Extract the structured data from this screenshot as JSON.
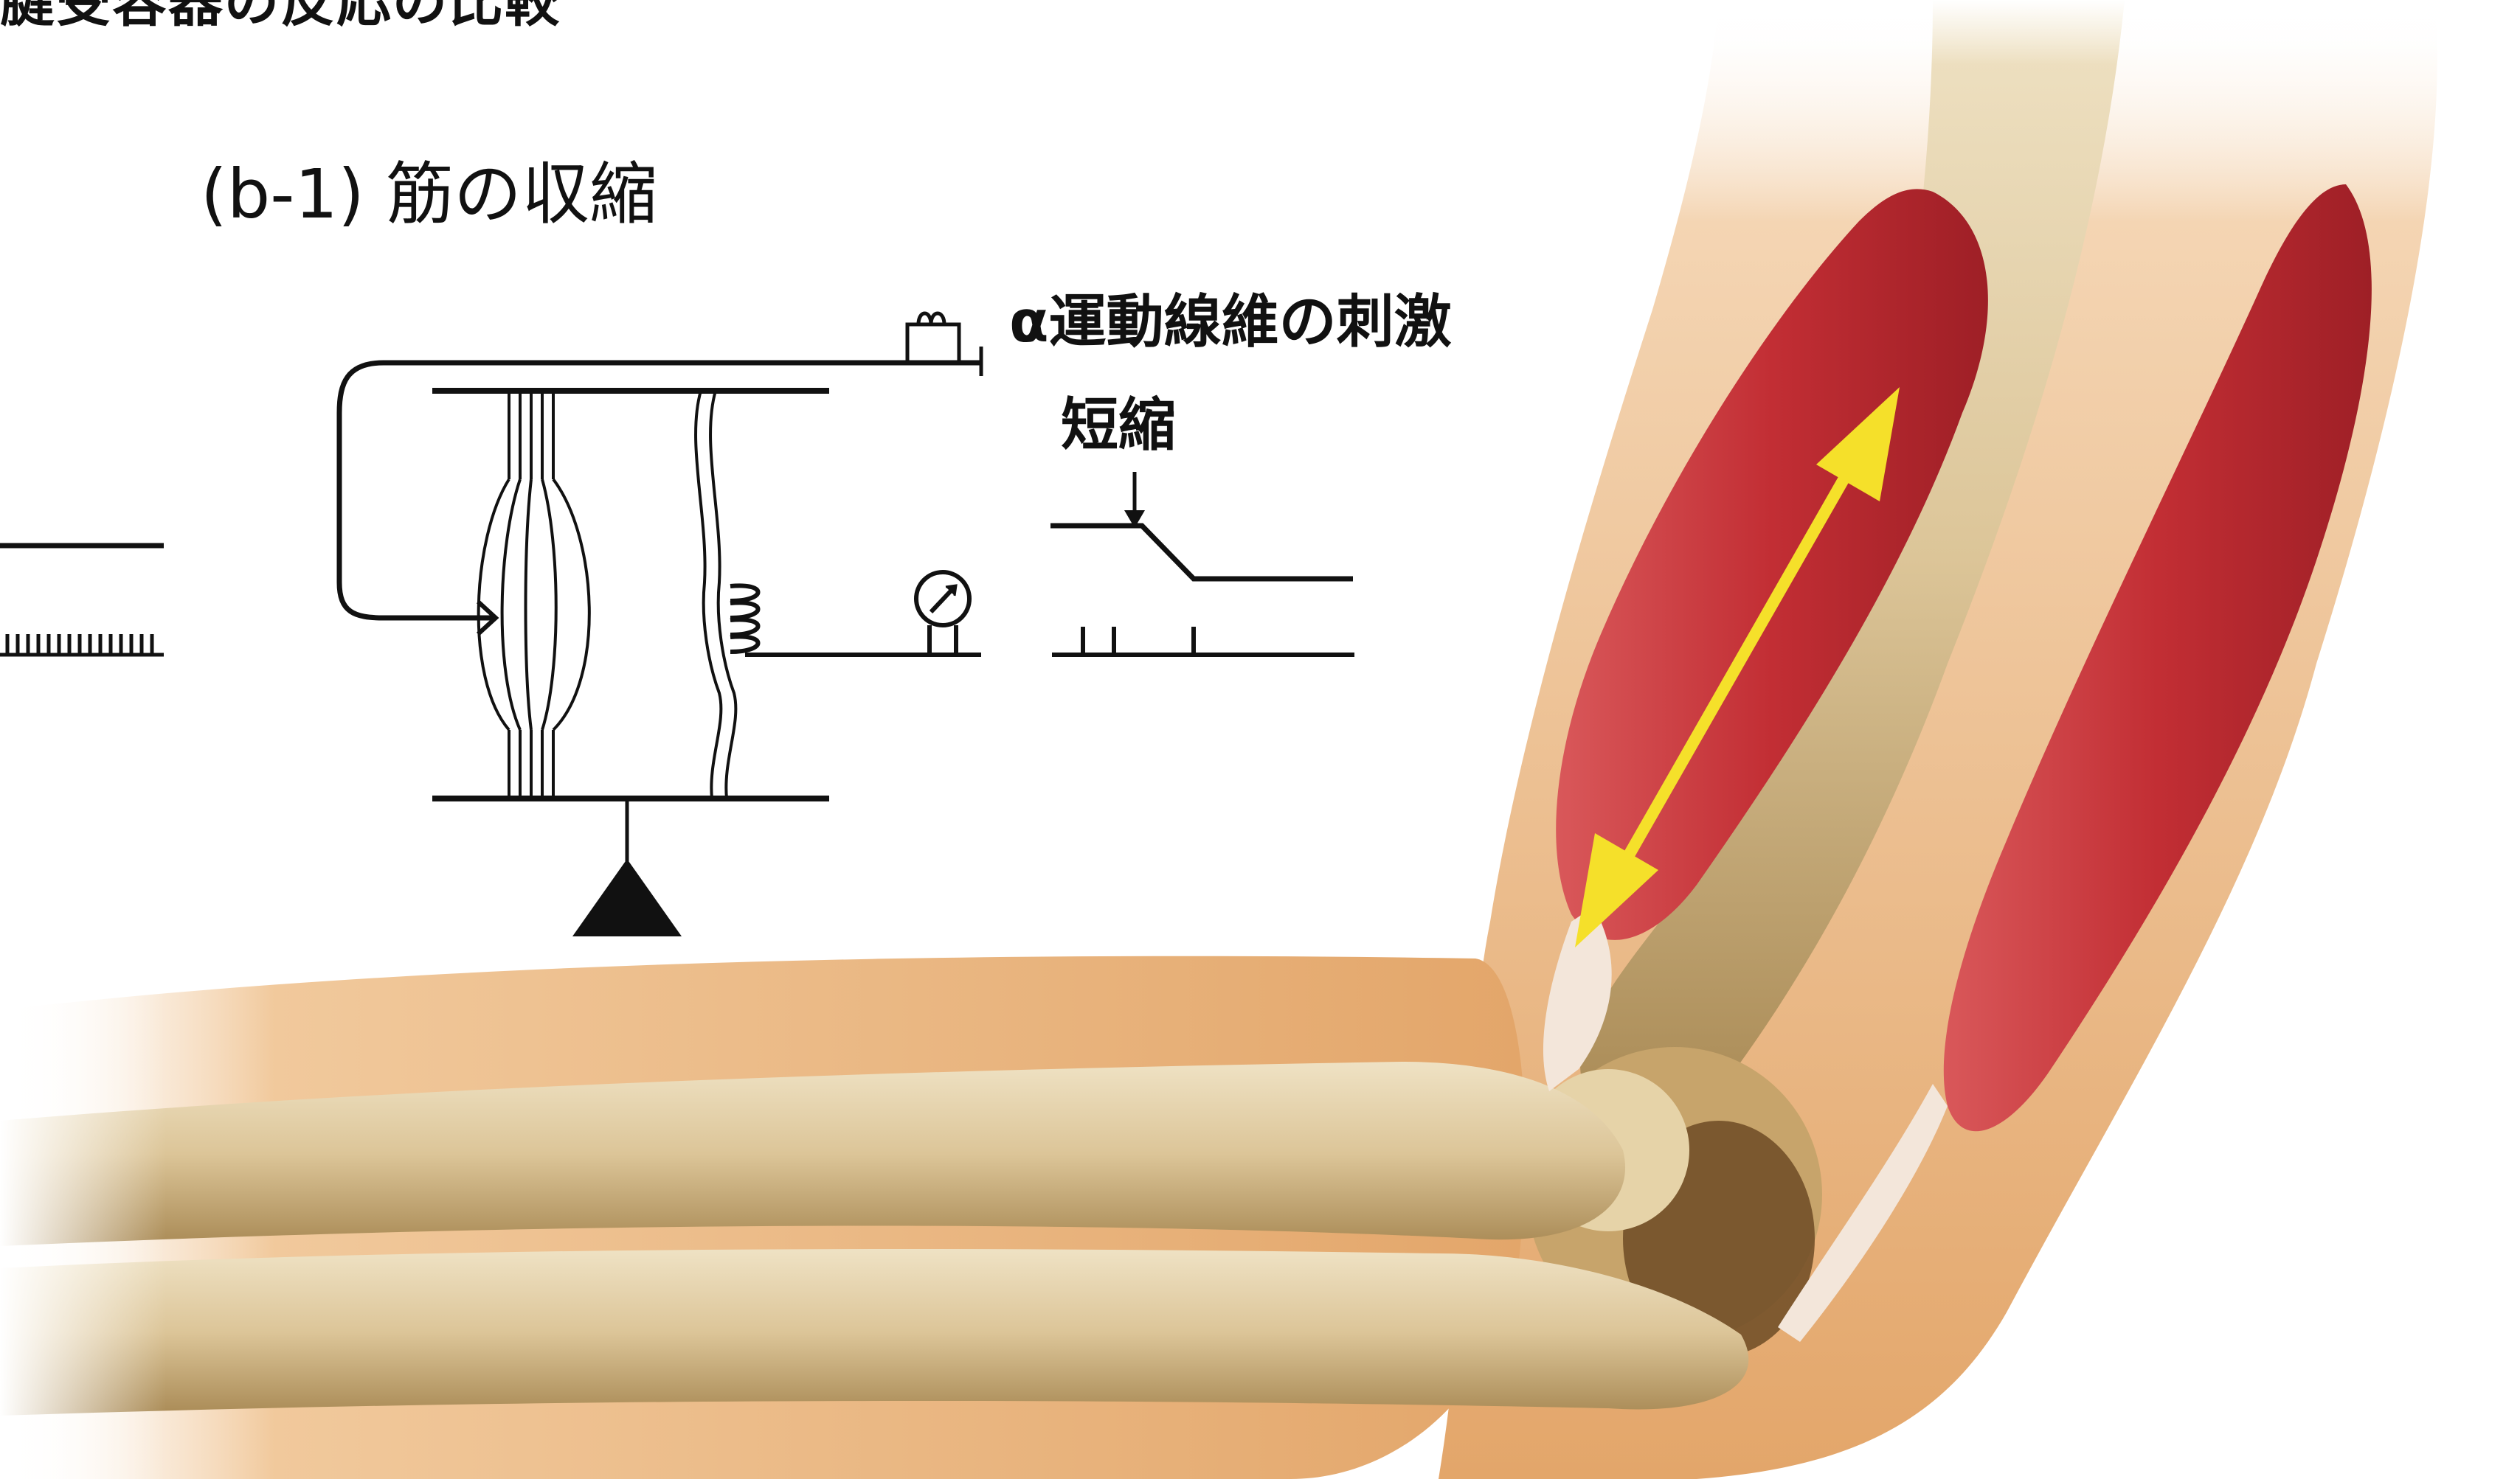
{
  "header_title": "腱受容器の反応の比較",
  "panel_label": "(b-1) 筋の収縮",
  "stimulus_label": "α運動線維の刺激",
  "shortening_label": "短縮",
  "colors": {
    "muscle_red": "#c8343a",
    "bone": "#e2cfa3",
    "skin": "#e8b27a",
    "arrow_yellow": "#f5e02a"
  },
  "icons": [
    "electrode-icon",
    "galvanometer-icon",
    "triangle-support-icon",
    "double-arrow-icon"
  ]
}
